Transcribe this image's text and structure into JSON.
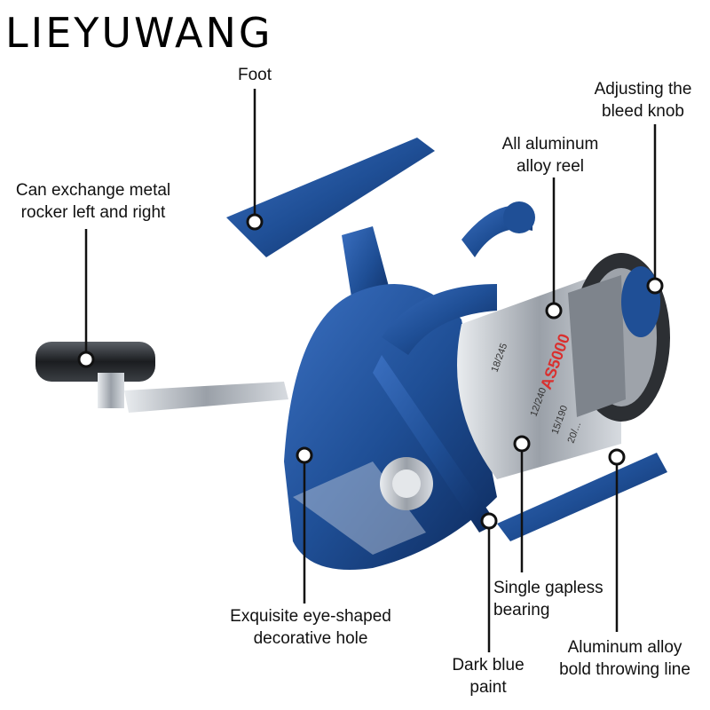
{
  "brand": "LIEYUWANG",
  "labels": {
    "foot": [
      "Foot"
    ],
    "rocker": [
      "Can exchange metal",
      "rocker left and right"
    ],
    "bleed_knob": [
      "Adjusting the",
      "bleed knob"
    ],
    "reel": [
      "All aluminum",
      "alloy reel"
    ],
    "eye_hole": [
      "Exquisite eye-shaped",
      "decorative hole"
    ],
    "bearing": [
      "Single gapless",
      "bearing"
    ],
    "throwing_line": [
      "Aluminum alloy",
      "bold throwing line"
    ],
    "paint": [
      "Dark blue",
      "paint"
    ]
  },
  "spool_marking": {
    "model": "AS5000",
    "spec_lines": [
      "18/245",
      "12/240",
      "15/190",
      "20/..."
    ]
  },
  "colors": {
    "body_blue": "#1f4f96",
    "dark_blue": "#0d2a5c",
    "silver": "#b9bdc3",
    "callout": "#111111"
  }
}
